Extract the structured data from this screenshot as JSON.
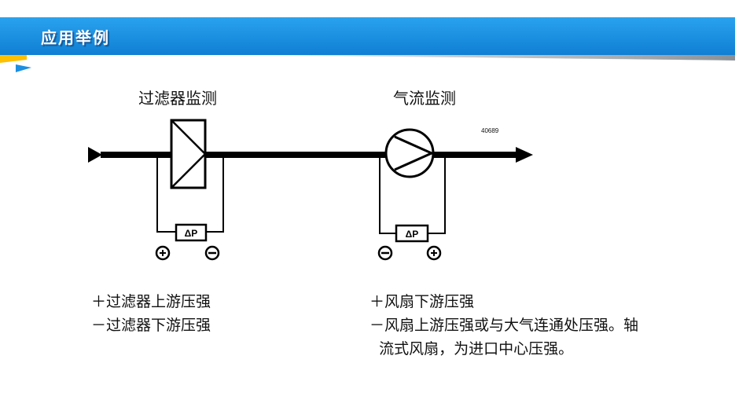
{
  "header": {
    "title": "应用举例",
    "colors": {
      "bar": "#1c8fe0",
      "accent": "#ffc000"
    }
  },
  "diagram": {
    "filter_label": "过滤器监测",
    "airflow_label": "气流监测",
    "part_number": "40689",
    "dp_label_filter": "ΔP",
    "dp_label_fan": "ΔP",
    "icons": [
      "plus-port-icon",
      "minus-port-icon",
      "fan-icon",
      "filter-icon",
      "flow-arrow-icon"
    ]
  },
  "captions": {
    "left": [
      "＋过滤器上游压强",
      "－过滤器下游压强"
    ],
    "right": [
      "＋风扇下游压强",
      "－风扇上游压强或与大气连通处压强。轴",
      "  流式风扇，为进口中心压强。"
    ]
  }
}
